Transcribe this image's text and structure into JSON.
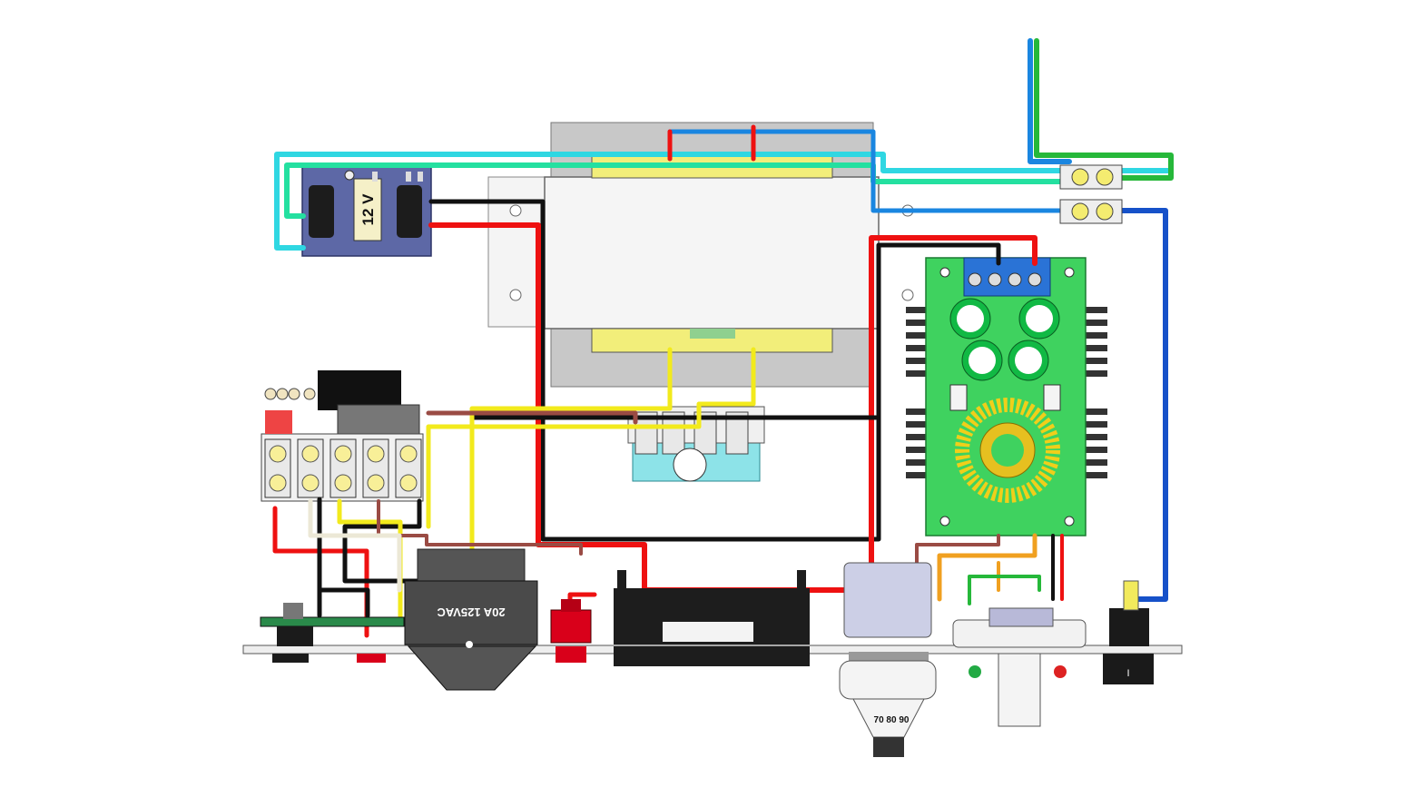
{
  "diagram": {
    "psu_module_label": "12 V",
    "rocker_switch_label": "20A 125VAC",
    "dial_scale_text": "70 80 90",
    "panel_switch_symbol": "I"
  },
  "wire_colors": {
    "red": "#ee1111",
    "black": "#111111",
    "yellow": "#f2ea1c",
    "brown": "#9a4b44",
    "blue": "#1a86e0",
    "dark_blue": "#1651c9",
    "cyan": "#2fd7e2",
    "green_cyan": "#24e0a0",
    "green": "#26b83a",
    "orange": "#f0a020",
    "beige": "#ece8d6"
  },
  "part_colors": {
    "panel": "#eeeeee",
    "transformer_core": "#c8c8c8",
    "transformer_body": "#f5f5f5",
    "bobbin": "#f2ee7a",
    "psu_board": "#5d68a6",
    "buck_board": "#3fd25f",
    "heatsink": "#333333",
    "toroid_wire": "#f0cf1a",
    "capacitor_green": "#11b944",
    "terminal_blue": "#2a73d6",
    "relay_base": "#8de3e8",
    "fuse_knob": "#cccfe6",
    "binding_post_red": "#d9001a"
  }
}
